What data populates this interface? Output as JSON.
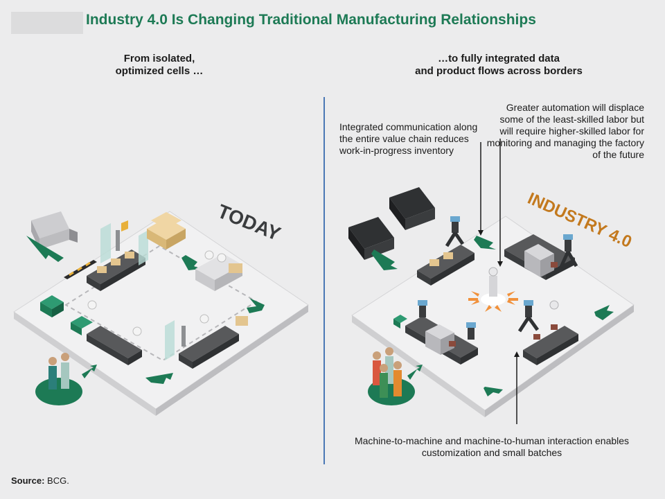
{
  "header": {
    "title": "Industry 4.0 Is Changing Traditional Manufacturing Relationships"
  },
  "left_panel": {
    "heading_line1": "From isolated,",
    "heading_line2": "optimized cells …",
    "badge": "TODAY"
  },
  "right_panel": {
    "heading_line1": "…to fully integrated data",
    "heading_line2": "and product flows across borders",
    "badge": "INDUSTRY 4.0",
    "callouts": {
      "communication": "Integrated communication along the entire value chain reduces work-in-progress inventory",
      "automation": "Greater automation will displace some of the least-skilled labor but will require higher-skilled labor for monitoring and managing the factory of the future",
      "interaction": "Machine-to-machine and machine-to-human interaction enables customization and small batches"
    }
  },
  "footer": {
    "source_label": "Source:",
    "source_value": "BCG."
  },
  "colors": {
    "brand_green": "#1d7a55",
    "badge_orange": "#c3791e",
    "divider_blue": "#4a77b5",
    "conveyor_dark": "#3a3c3e",
    "platform": "#e6e6e7"
  }
}
